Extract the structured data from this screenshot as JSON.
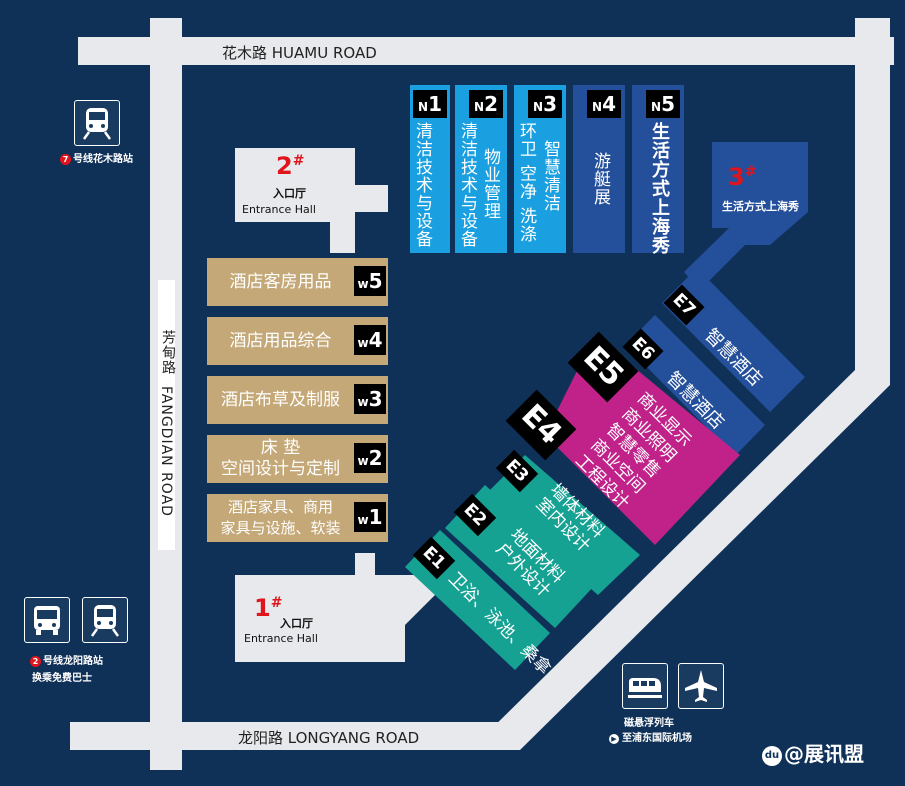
{
  "roads": {
    "huamu": "花木路  HUAMU ROAD",
    "fangdian_cn": "芳甸路",
    "fangdian_en": "FANGDIAN ROAD",
    "longyang": "龙阳路  LONGYANG ROAD"
  },
  "north_halls": [
    {
      "id": "N1",
      "letter": "N",
      "num": "1",
      "col1": "清洁技术与设备",
      "col2": ""
    },
    {
      "id": "N2",
      "letter": "N",
      "num": "2",
      "col1": "清洁技术与设备",
      "col2": "物业管理"
    },
    {
      "id": "N3",
      "letter": "N",
      "num": "3",
      "col1": "环卫 空净 洗涤",
      "col2": "智慧清洁"
    },
    {
      "id": "N4",
      "letter": "N",
      "num": "4",
      "col1": "游艇展",
      "col2": ""
    },
    {
      "id": "N5",
      "letter": "N",
      "num": "5",
      "col1": "生活方式上海秀",
      "col2": ""
    }
  ],
  "west_halls": [
    {
      "id": "W5",
      "letter": "w",
      "num": "5",
      "text": "酒店客房用品"
    },
    {
      "id": "W4",
      "letter": "w",
      "num": "4",
      "text": "酒店用品综合"
    },
    {
      "id": "W3",
      "letter": "w",
      "num": "3",
      "text": "酒店布草及制服"
    },
    {
      "id": "W2",
      "letter": "w",
      "num": "2",
      "text": "床 垫\n空间设计与定制"
    },
    {
      "id": "W1",
      "letter": "w",
      "num": "1",
      "text": "酒店家具、商用\n家具与设施、软装"
    }
  ],
  "east_halls": [
    {
      "id": "E1",
      "label": "E1",
      "text": "卫浴、泳池、桑拿"
    },
    {
      "id": "E2",
      "label": "E2",
      "text": "地面材料\n户外设计"
    },
    {
      "id": "E3",
      "label": "E3",
      "text": "墙体材料\n室内设计"
    },
    {
      "id": "E4",
      "label": "E4",
      "text": ""
    },
    {
      "id": "E5",
      "label": "E5",
      "text": "商业显示\n商业照明\n智慧零售\n商业空间\n工程设计"
    },
    {
      "id": "E6",
      "label": "E6",
      "text": "智慧酒店"
    },
    {
      "id": "E7",
      "label": "E7",
      "text": "智慧酒店"
    }
  ],
  "entrances": [
    {
      "id": "entrance-1",
      "num": "1",
      "mark": "#",
      "cn": "入口厅",
      "en": "Entrance Hall"
    },
    {
      "id": "entrance-2",
      "num": "2",
      "mark": "#",
      "cn": "入口厅",
      "en": "Entrance Hall"
    },
    {
      "id": "entrance-3",
      "num": "3",
      "mark": "#",
      "cn": "生活方式上海秀"
    }
  ],
  "stations": {
    "metro7_line": "7",
    "metro7": "号线花木路站",
    "metro2_line": "2",
    "metro2": "号线龙阳路站",
    "bus": "换乘免费巴士",
    "maglev": "磁悬浮列车",
    "airport": "至浦东国际机场"
  },
  "watermark": "@展讯盟",
  "colors": {
    "background": "#0f3158",
    "road": "#e8e9ec",
    "north_light": "#1aa0e0",
    "north_dark": "#244f9b",
    "west": "#c4a877",
    "east_teal": "#16a293",
    "east_magenta": "#c0228a",
    "east_dark_blue": "#244f9b",
    "entrance_red": "#e0141c"
  }
}
